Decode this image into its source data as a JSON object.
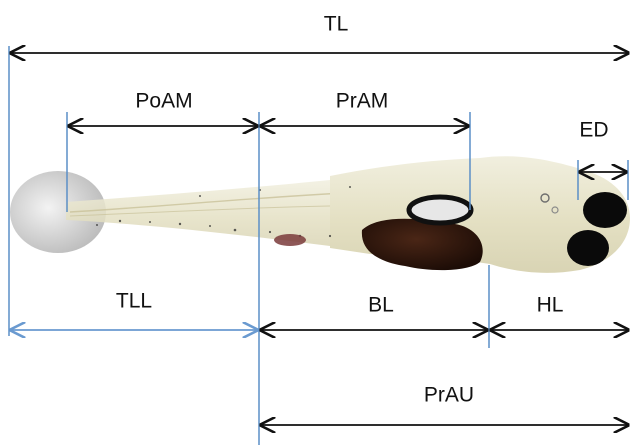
{
  "labels": {
    "tl": "TL",
    "poam": "PoAM",
    "pram": "PrAM",
    "ed": "ED",
    "tll": "TLL",
    "bl": "BL",
    "hl": "HL",
    "prau": "PrAU"
  },
  "colors": {
    "arrow": "#111111",
    "guide_line": "#5b8fc7",
    "tll_arrow": "#6a9ad0",
    "fin_fold": "#cfcfcf",
    "body": "#e9e6cf",
    "yolk": "#2b150c",
    "eye": "#0a0a0a",
    "swim_bladder_ring": "#1a1a1a"
  }
}
